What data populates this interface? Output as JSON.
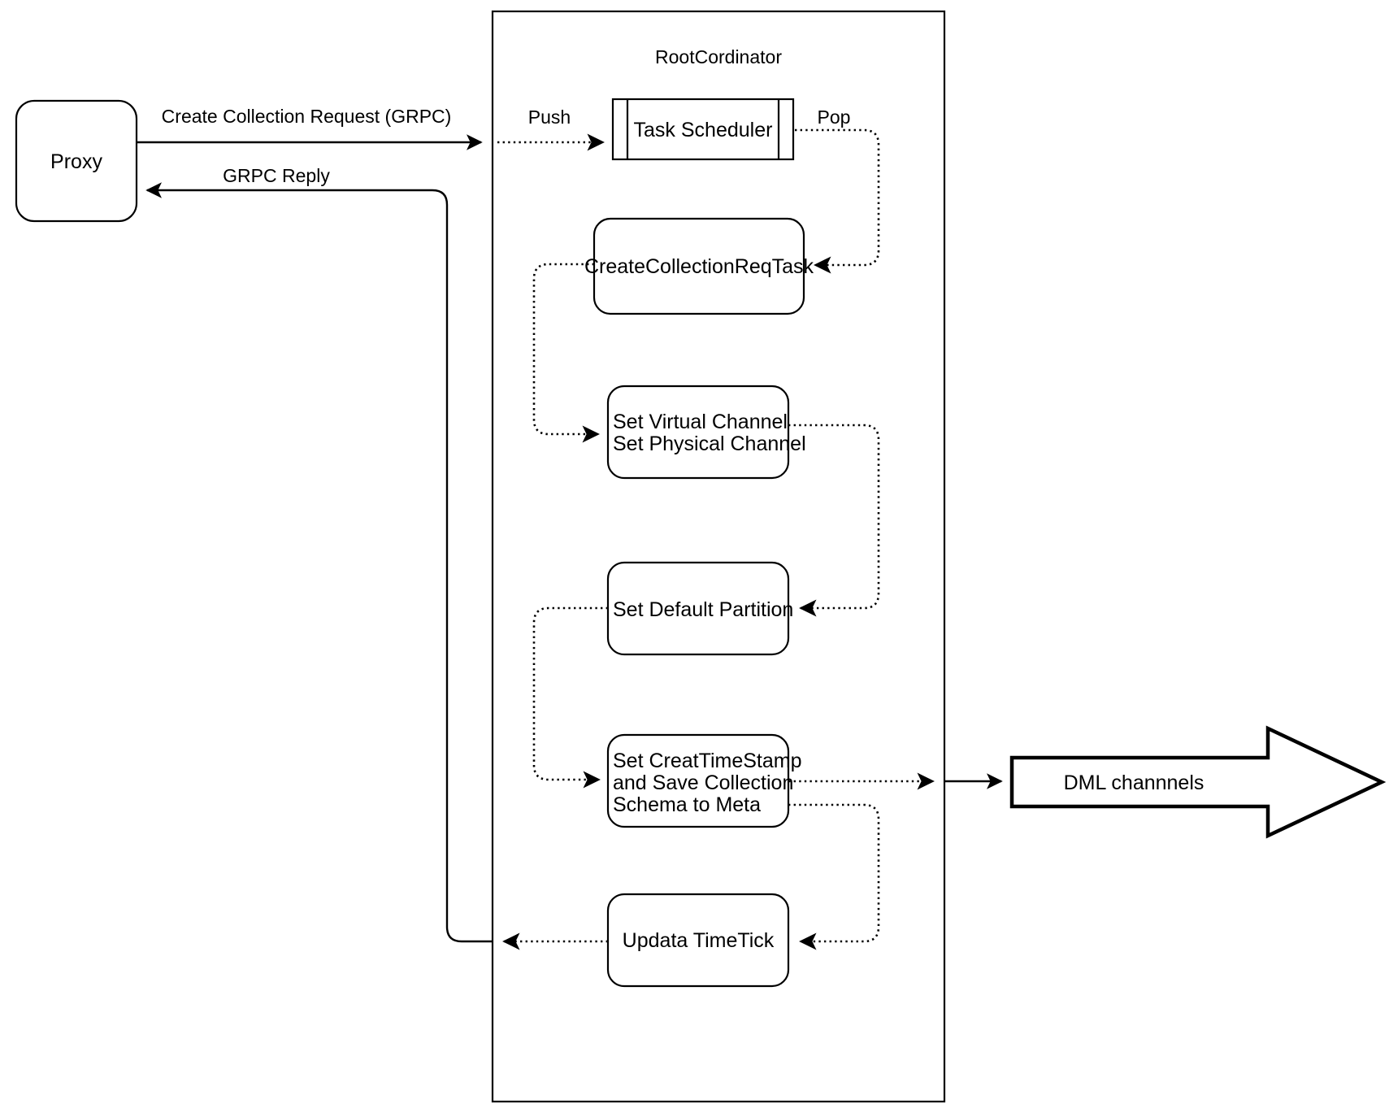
{
  "diagram": {
    "title": "RootCordinator",
    "container": {
      "name": "RootCordinator",
      "label": "RootCordinator"
    },
    "external_nodes": [
      {
        "id": "proxy",
        "label": "Proxy",
        "shape": "rounded-rect"
      },
      {
        "id": "dml-channels",
        "label": "DML channnels",
        "shape": "arrow-right"
      }
    ],
    "internal_nodes": [
      {
        "id": "task-scheduler",
        "label": "Task Scheduler",
        "shape": "process-bars"
      },
      {
        "id": "create-collection-req-task",
        "label": "CreateCollectionReqTask",
        "shape": "rounded-rect"
      },
      {
        "id": "set-channels",
        "label": "Set Virtual Channel\nSet Physical Channel",
        "lines": [
          "Set Virtual Channel",
          "Set Physical Channel"
        ],
        "shape": "rounded-rect"
      },
      {
        "id": "set-default-partition",
        "label": "Set Default Partition",
        "shape": "rounded-rect"
      },
      {
        "id": "set-creat-timestamp",
        "label": "Set CreatTimeStamp and Save Collection Schema to Meta",
        "lines": [
          "Set CreatTimeStamp",
          "and Save Collection",
          "Schema to Meta"
        ],
        "shape": "rounded-rect"
      },
      {
        "id": "updata-timetick",
        "label": "Updata TimeTick",
        "shape": "rounded-rect"
      }
    ],
    "edge_labels": [
      {
        "id": "create-collection-request",
        "label": "Create Collection Request (GRPC)",
        "style": "solid"
      },
      {
        "id": "grpc-reply",
        "label": "GRPC Reply",
        "style": "solid"
      },
      {
        "id": "push",
        "label": "Push",
        "style": "dotted"
      },
      {
        "id": "pop",
        "label": "Pop",
        "style": "dotted"
      }
    ],
    "colors": {
      "stroke": "#000000",
      "fill": "#ffffff",
      "text": "#000000"
    }
  }
}
